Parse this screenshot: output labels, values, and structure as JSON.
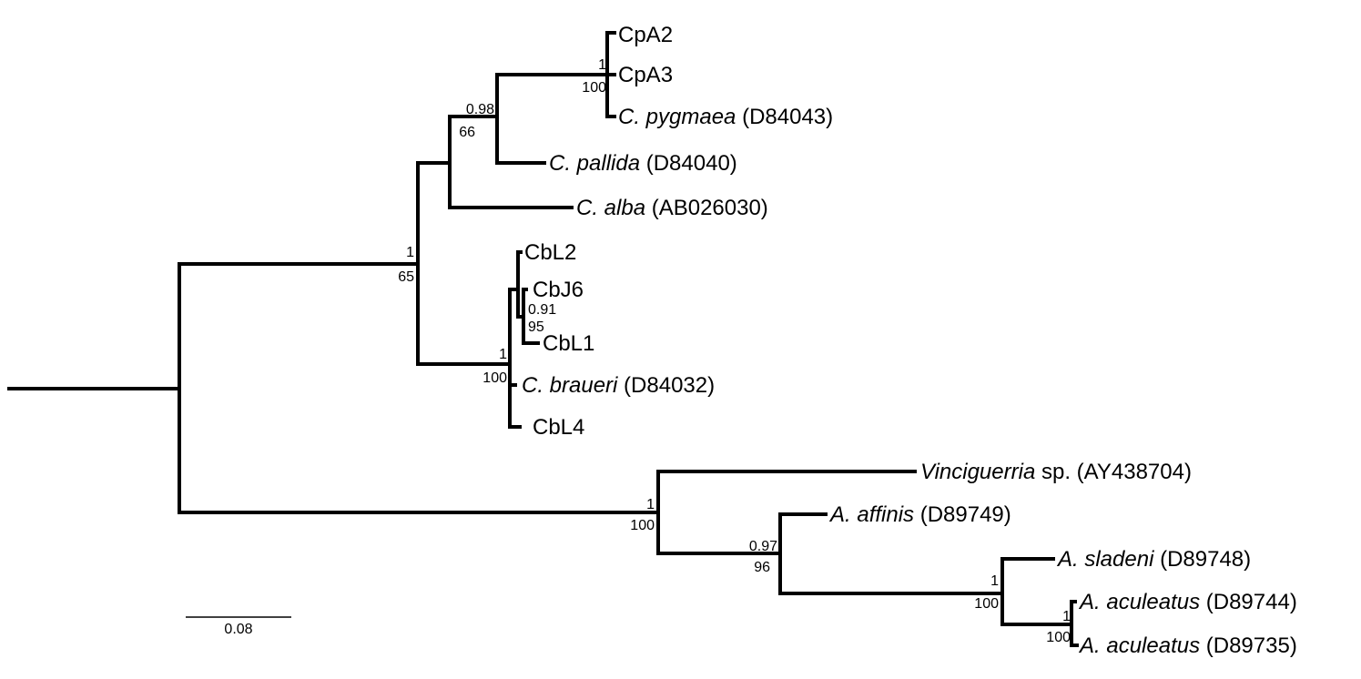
{
  "leaves": [
    {
      "id": "cpa2",
      "parts": [
        {
          "text": "CpA2",
          "italic": false
        }
      ]
    },
    {
      "id": "cpa3",
      "parts": [
        {
          "text": "CpA3",
          "italic": false
        }
      ]
    },
    {
      "id": "c-pygmaea",
      "parts": [
        {
          "text": "C. pygmaea",
          "italic": true
        },
        {
          "text": " (D84043)",
          "italic": false
        }
      ]
    },
    {
      "id": "c-pallida",
      "parts": [
        {
          "text": "C. pallida",
          "italic": true
        },
        {
          "text": " (D84040)",
          "italic": false
        }
      ]
    },
    {
      "id": "c-alba",
      "parts": [
        {
          "text": "C. alba",
          "italic": true
        },
        {
          "text": " (AB026030)",
          "italic": false
        }
      ]
    },
    {
      "id": "cbl2",
      "parts": [
        {
          "text": "CbL2",
          "italic": false
        }
      ]
    },
    {
      "id": "cbj6",
      "parts": [
        {
          "text": "CbJ6",
          "italic": false
        }
      ]
    },
    {
      "id": "cbl1",
      "parts": [
        {
          "text": "CbL1",
          "italic": false
        }
      ]
    },
    {
      "id": "c-braueri",
      "parts": [
        {
          "text": "C. braueri",
          "italic": true
        },
        {
          "text": " (D84032)",
          "italic": false
        }
      ]
    },
    {
      "id": "cbl4",
      "parts": [
        {
          "text": "CbL4",
          "italic": false
        }
      ]
    },
    {
      "id": "vinciguerria",
      "parts": [
        {
          "text": "Vinciguerria",
          "italic": true
        },
        {
          "text": " sp. (AY438704)",
          "italic": false
        }
      ]
    },
    {
      "id": "a-affinis",
      "parts": [
        {
          "text": "A. affinis",
          "italic": true
        },
        {
          "text": " (D89749)",
          "italic": false
        }
      ]
    },
    {
      "id": "a-sladeni",
      "parts": [
        {
          "text": "A. sladeni",
          "italic": true
        },
        {
          "text": " (D89748)",
          "italic": false
        }
      ]
    },
    {
      "id": "a-aculeatus-1",
      "parts": [
        {
          "text": "A. aculeatus",
          "italic": true
        },
        {
          "text": " (D89744)",
          "italic": false
        }
      ]
    },
    {
      "id": "a-aculeatus-2",
      "parts": [
        {
          "text": "A. aculeatus",
          "italic": true
        },
        {
          "text": " (D89735)",
          "italic": false
        }
      ]
    }
  ],
  "support_values": [
    {
      "clade": "cpa",
      "posterior": "1",
      "bootstrap": "100"
    },
    {
      "clade": "pygmaea-pallida",
      "posterior": "0.98",
      "bootstrap": "66"
    },
    {
      "clade": "cyclothone",
      "posterior": "1",
      "bootstrap": "65"
    },
    {
      "clade": "cbj6-cbl1",
      "posterior": "0.91",
      "bootstrap": "95"
    },
    {
      "clade": "braueri",
      "posterior": "1",
      "bootstrap": "100"
    },
    {
      "clade": "outgroup",
      "posterior": "1",
      "bootstrap": "100"
    },
    {
      "clade": "argyropelecus",
      "posterior": "0.97",
      "bootstrap": "96"
    },
    {
      "clade": "sladeni-aculeatus",
      "posterior": "1",
      "bootstrap": "100"
    },
    {
      "clade": "aculeatus",
      "posterior": "1",
      "bootstrap": "100"
    }
  ],
  "scale_bar": {
    "label": "0.08"
  }
}
